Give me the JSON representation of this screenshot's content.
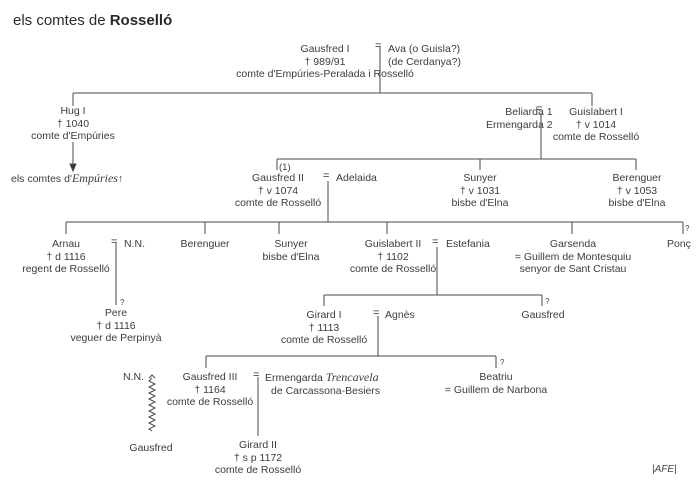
{
  "title": {
    "prefix": "els comtes de ",
    "bold": "Rosselló"
  },
  "people": {
    "gausfred1": {
      "name": "Gausfred I",
      "death": "† 989/91",
      "title": "comte d'Empúries-Peralada i Rosselló"
    },
    "ava": {
      "name": "Ava (o Guisla?)",
      "origin": "(de Cerdanya?)"
    },
    "hug1": {
      "name": "Hug I",
      "death": "† 1040",
      "title": "comte d'Empúries"
    },
    "emp_branch": {
      "prefix": "els comtes d'",
      "italic": "Empúries",
      "arrow": "↑"
    },
    "beliarda": {
      "wife1": "Beliarda 1",
      "wife2": "Ermengarda 2"
    },
    "guislabert1": {
      "name": "Guislabert I",
      "death": "† v 1014",
      "title": "comte de Rosselló"
    },
    "gausfred2": {
      "note": "(1)",
      "name": "Gausfred II",
      "death": "† v 1074",
      "title": "comte de Rosselló"
    },
    "adelaida": {
      "name": "Adelaida"
    },
    "sunyer1": {
      "name": "Sunyer",
      "death": "† v 1031",
      "title": "bisbe d'Elna"
    },
    "berenguer1": {
      "name": "Berenguer",
      "death": "† v 1053",
      "title": "bisbe d'Elna"
    },
    "arnau": {
      "name": "Arnau",
      "death": "† d 1116",
      "title": "regent de Rosselló"
    },
    "nn1": {
      "name": "N.N."
    },
    "berenguer2": {
      "name": "Berenguer"
    },
    "sunyer2": {
      "name": "Sunyer",
      "title": "bisbe d'Elna"
    },
    "guislabert2": {
      "name": "Guislabert II",
      "death": "† 1102",
      "title": "comte de Rosselló"
    },
    "estefania": {
      "name": "Estefania"
    },
    "garsenda": {
      "name": "Garsenda",
      "spouse": "= Guillem de Montesquiu",
      "title": "senyor de Sant Cristau"
    },
    "ponc": {
      "name": "Ponç"
    },
    "pere": {
      "name": "Pere",
      "death": "† d 1116",
      "title": "veguer de Perpinyà"
    },
    "girard1": {
      "name": "Girard I",
      "death": "† 1113",
      "title": "comte de Rosselló"
    },
    "agnes": {
      "name": "Agnès"
    },
    "gausfred_b": {
      "name": "Gausfred"
    },
    "nn2": {
      "name": "N.N."
    },
    "gausfred3": {
      "name": "Gausfred III",
      "death": "† 1164",
      "title": "comte de Rosselló"
    },
    "ermengarda": {
      "name": "Ermengarda ",
      "italic": "Trencavela",
      "origin": "de Carcassona-Besiers"
    },
    "beatriu": {
      "name": "Beatriu",
      "spouse": "= Guillem de Narbona"
    },
    "gausfred_ill": {
      "name": "Gausfred"
    },
    "girard2": {
      "name": "Girard II",
      "death": "† s p 1172",
      "title": "comte de Rosselló"
    }
  },
  "symbols": {
    "marriage": "=",
    "uncertain": "?"
  },
  "credit": "|AFE|"
}
